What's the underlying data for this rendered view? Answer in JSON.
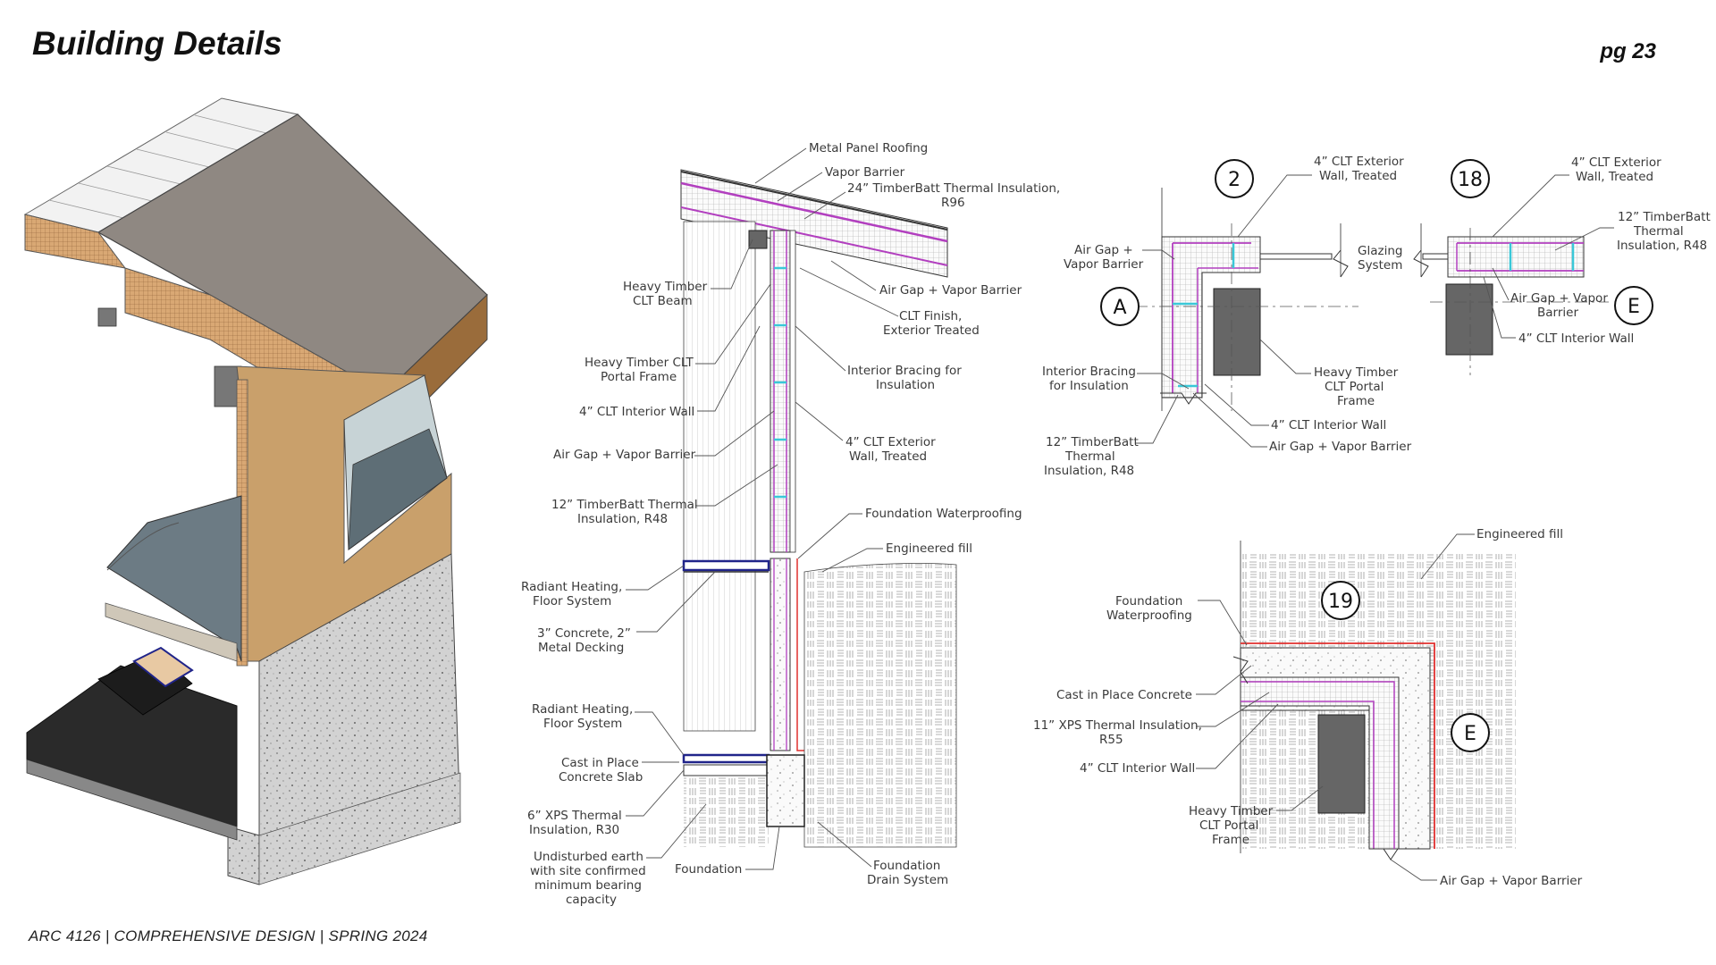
{
  "header": {
    "title": "Building Details",
    "page": "pg 23"
  },
  "footer": {
    "course": "ARC 4126 | COMPREHENSIVE DESIGN | SPRING 2024"
  },
  "section_wall": {
    "labels": {
      "metal_panel_roofing": "Metal Panel Roofing",
      "vapor_barrier": "Vapor Barrier",
      "timberbatt_24_l1": "24” TimberBatt Thermal Insulation,",
      "timberbatt_24_l2": "R96",
      "heavy_timber_beam_l1": "Heavy Timber",
      "heavy_timber_beam_l2": "CLT Beam",
      "air_gap_vapor_top": "Air Gap + Vapor Barrier",
      "clt_finish_l1": "CLT Finish,",
      "clt_finish_l2": "Exterior Treated",
      "portal_frame_l1": "Heavy Timber CLT",
      "portal_frame_l2": "Portal Frame",
      "interior_bracing_l1": "Interior Bracing for",
      "interior_bracing_l2": "Insulation",
      "clt_interior_wall": "4” CLT Interior Wall",
      "air_gap_vapor_left": "Air Gap + Vapor Barrier",
      "clt_exterior_l1": "4” CLT Exterior",
      "clt_exterior_l2": "Wall, Treated",
      "timberbatt_12_l1": "12” TimberBatt Thermal",
      "timberbatt_12_l2": "Insulation, R48",
      "foundation_waterproofing": "Foundation Waterproofing",
      "engineered_fill": "Engineered fill",
      "radiant_upper_l1": "Radiant Heating,",
      "radiant_upper_l2": "Floor System",
      "concrete_deck_l1": "3” Concrete, 2”",
      "concrete_deck_l2": "Metal Decking",
      "radiant_lower_l1": "Radiant Heating,",
      "radiant_lower_l2": "Floor System",
      "cast_slab_l1": "Cast in Place",
      "cast_slab_l2": "Concrete Slab",
      "xps6_l1": "6” XPS Thermal",
      "xps6_l2": "Insulation, R30",
      "undisturbed_l1": "Undisturbed earth",
      "undisturbed_l2": "with site confirmed",
      "undisturbed_l3": "minimum bearing",
      "undisturbed_l4": "capacity",
      "foundation": "Foundation",
      "drain_l1": "Foundation",
      "drain_l2": "Drain System"
    }
  },
  "plan_detail_2": {
    "bubble": "2",
    "grid_bubble": "A",
    "labels": {
      "clt_ext_l1": "4” CLT Exterior",
      "clt_ext_l2": "Wall, Treated",
      "air_gap_l1": "Air Gap +",
      "air_gap_l2": "Vapor Barrier",
      "glazing_l1": "Glazing",
      "glazing_l2": "System",
      "bracing_l1": "Interior Bracing",
      "bracing_l2": "for Insulation",
      "tb_l1": "12” TimberBatt",
      "tb_l2": "Thermal",
      "tb_l3": "Insulation, R48",
      "frame_l1": "Heavy Timber",
      "frame_l2": "CLT Portal",
      "frame_l3": "Frame",
      "int_wall": "4” CLT Interior Wall",
      "air_gap_bottom": "Air Gap + Vapor Barrier"
    }
  },
  "plan_detail_18": {
    "bubble": "18",
    "grid_bubble": "E",
    "labels": {
      "clt_ext_l1": "4” CLT Exterior",
      "clt_ext_l2": "Wall, Treated",
      "tb_l1": "12” TimberBatt",
      "tb_l2": "Thermal",
      "tb_l3": "Insulation, R48",
      "air_gap_l1": "Air Gap + Vapor",
      "air_gap_l2": "Barrier",
      "int_wall": "4” CLT Interior Wall"
    }
  },
  "plan_detail_19": {
    "bubble": "19",
    "grid_bubble": "E",
    "labels": {
      "engineered_fill": "Engineered fill",
      "waterproofing_l1": "Foundation",
      "waterproofing_l2": "Waterproofing",
      "cast_concrete": "Cast in Place Concrete",
      "xps11_l1": "11” XPS Thermal Insulation,",
      "xps11_l2": "R55",
      "int_wall": "4” CLT Interior Wall",
      "frame_l1": "Heavy Timber",
      "frame_l2": "CLT Portal",
      "frame_l3": "Frame",
      "air_gap": "Air Gap + Vapor Barrier"
    }
  }
}
